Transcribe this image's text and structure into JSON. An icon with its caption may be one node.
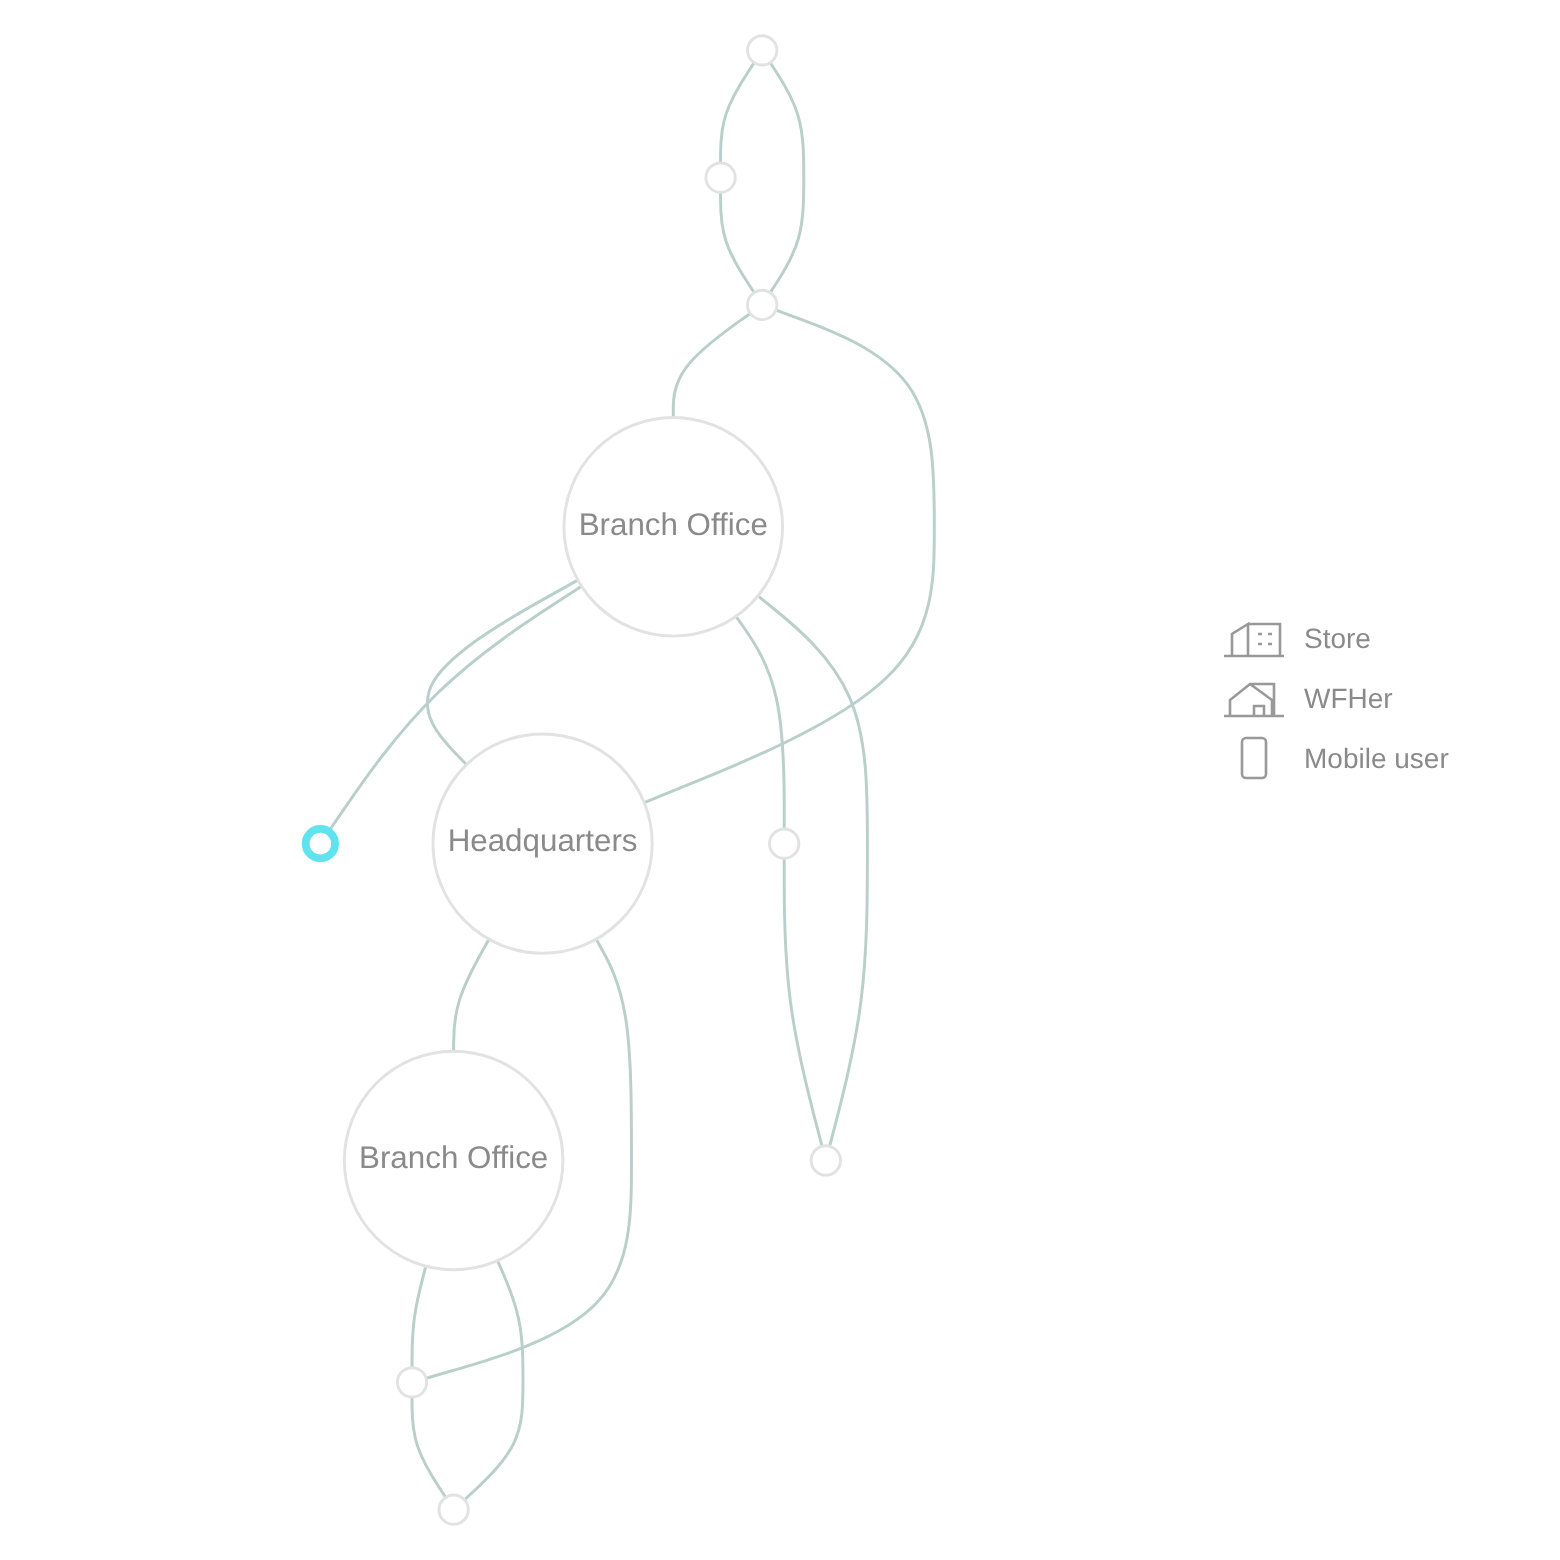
{
  "diagram": {
    "nodes": [
      {
        "text": [],
        "shape": "circle"
      },
      {
        "text": [],
        "shape": "circle"
      },
      {
        "text": [],
        "shape": "circle"
      },
      {
        "text": [
          "Branch Office"
        ]
      },
      {
        "text": [
          "Headquarters"
        ]
      },
      {
        "text": [],
        "shape": "circle"
      },
      {
        "text": [
          "Branch Office"
        ]
      },
      {
        "text": [],
        "shape": "circle"
      },
      {
        "text": [],
        "shape": "circle"
      },
      {
        "text": [],
        "shape": "circle"
      },
      {
        "text": [],
        "shape": "circle"
      }
    ],
    "edges": [
      {
        "from": 0,
        "to": 1,
        "arrow": "none"
      },
      {
        "from": 0,
        "to": 2,
        "arrow": "none"
      },
      {
        "from": 1,
        "to": 2,
        "arrow": "none"
      },
      {
        "from": 2,
        "to": 3,
        "arrow": "none"
      },
      {
        "from": 2,
        "to": 4,
        "arrow": "none"
      },
      {
        "from": 3,
        "to": 4,
        "arrow": "none"
      },
      {
        "from": 3,
        "to": 5,
        "arrow": "none"
      },
      {
        "from": 3,
        "to": 7,
        "arrow": "none"
      },
      {
        "from": 3,
        "to": 8,
        "arrow": "none"
      },
      {
        "from": 7,
        "to": 8,
        "arrow": "none"
      },
      {
        "from": 4,
        "to": 6,
        "arrow": "none"
      },
      {
        "from": 4,
        "to": 9,
        "arrow": "none"
      },
      {
        "from": 6,
        "to": 9,
        "arrow": "none"
      },
      {
        "from": 6,
        "to": 10,
        "arrow": "none"
      },
      {
        "from": 9,
        "to": 10,
        "arrow": "none"
      }
    ],
    "legend": [
      {
        "text": "Store"
      },
      {
        "text": "WFHer"
      },
      {
        "text": "Mobile user"
      }
    ]
  }
}
